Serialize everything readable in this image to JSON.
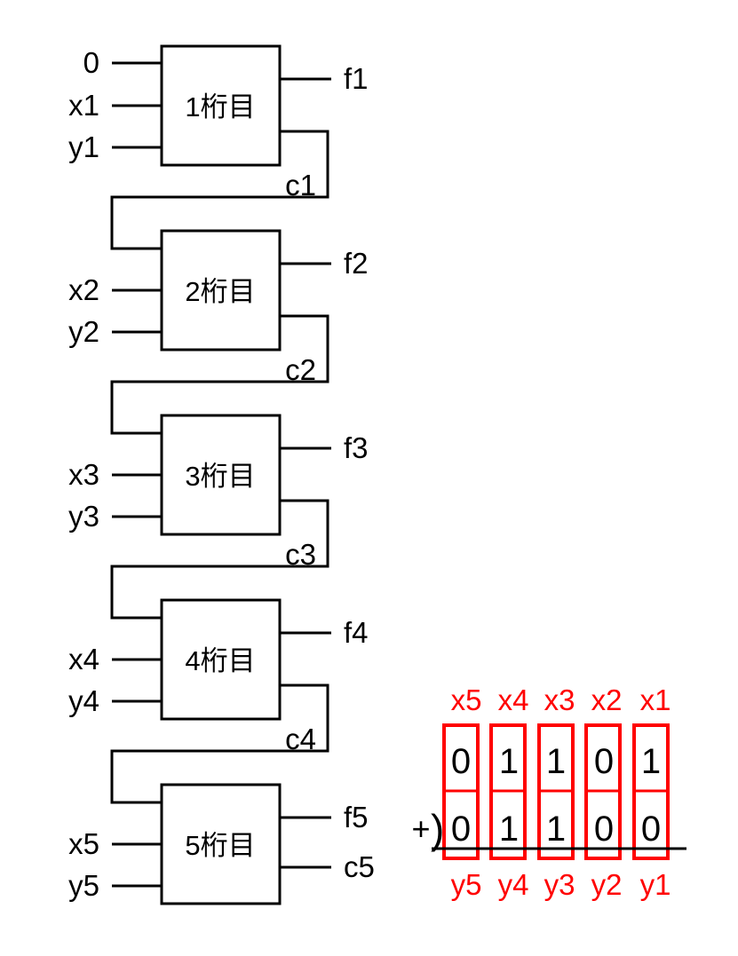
{
  "circuit": {
    "initial_carry": "0",
    "blocks": [
      {
        "label": "1桁目",
        "x": "x1",
        "y": "y1",
        "f": "f1",
        "carry": "c1"
      },
      {
        "label": "2桁目",
        "x": "x2",
        "y": "y2",
        "f": "f2",
        "carry": "c2"
      },
      {
        "label": "3桁目",
        "x": "x3",
        "y": "y3",
        "f": "f3",
        "carry": "c3"
      },
      {
        "label": "4桁目",
        "x": "x4",
        "y": "y4",
        "f": "f4",
        "carry": "c4"
      },
      {
        "label": "5桁目",
        "x": "x5",
        "y": "y5",
        "f": "f5",
        "carry": "c5"
      }
    ]
  },
  "addition": {
    "plus": "+",
    "paren": ")",
    "x_labels": [
      "x5",
      "x4",
      "x3",
      "x2",
      "x1"
    ],
    "x_digits": [
      "0",
      "1",
      "1",
      "0",
      "1"
    ],
    "y_digits": [
      "0",
      "1",
      "1",
      "0",
      "0"
    ],
    "y_labels": [
      "y5",
      "y4",
      "y3",
      "y2",
      "y1"
    ]
  },
  "colors": {
    "wire_black": "#000000",
    "accent_red": "#ff0000",
    "background": "#ffffff"
  }
}
